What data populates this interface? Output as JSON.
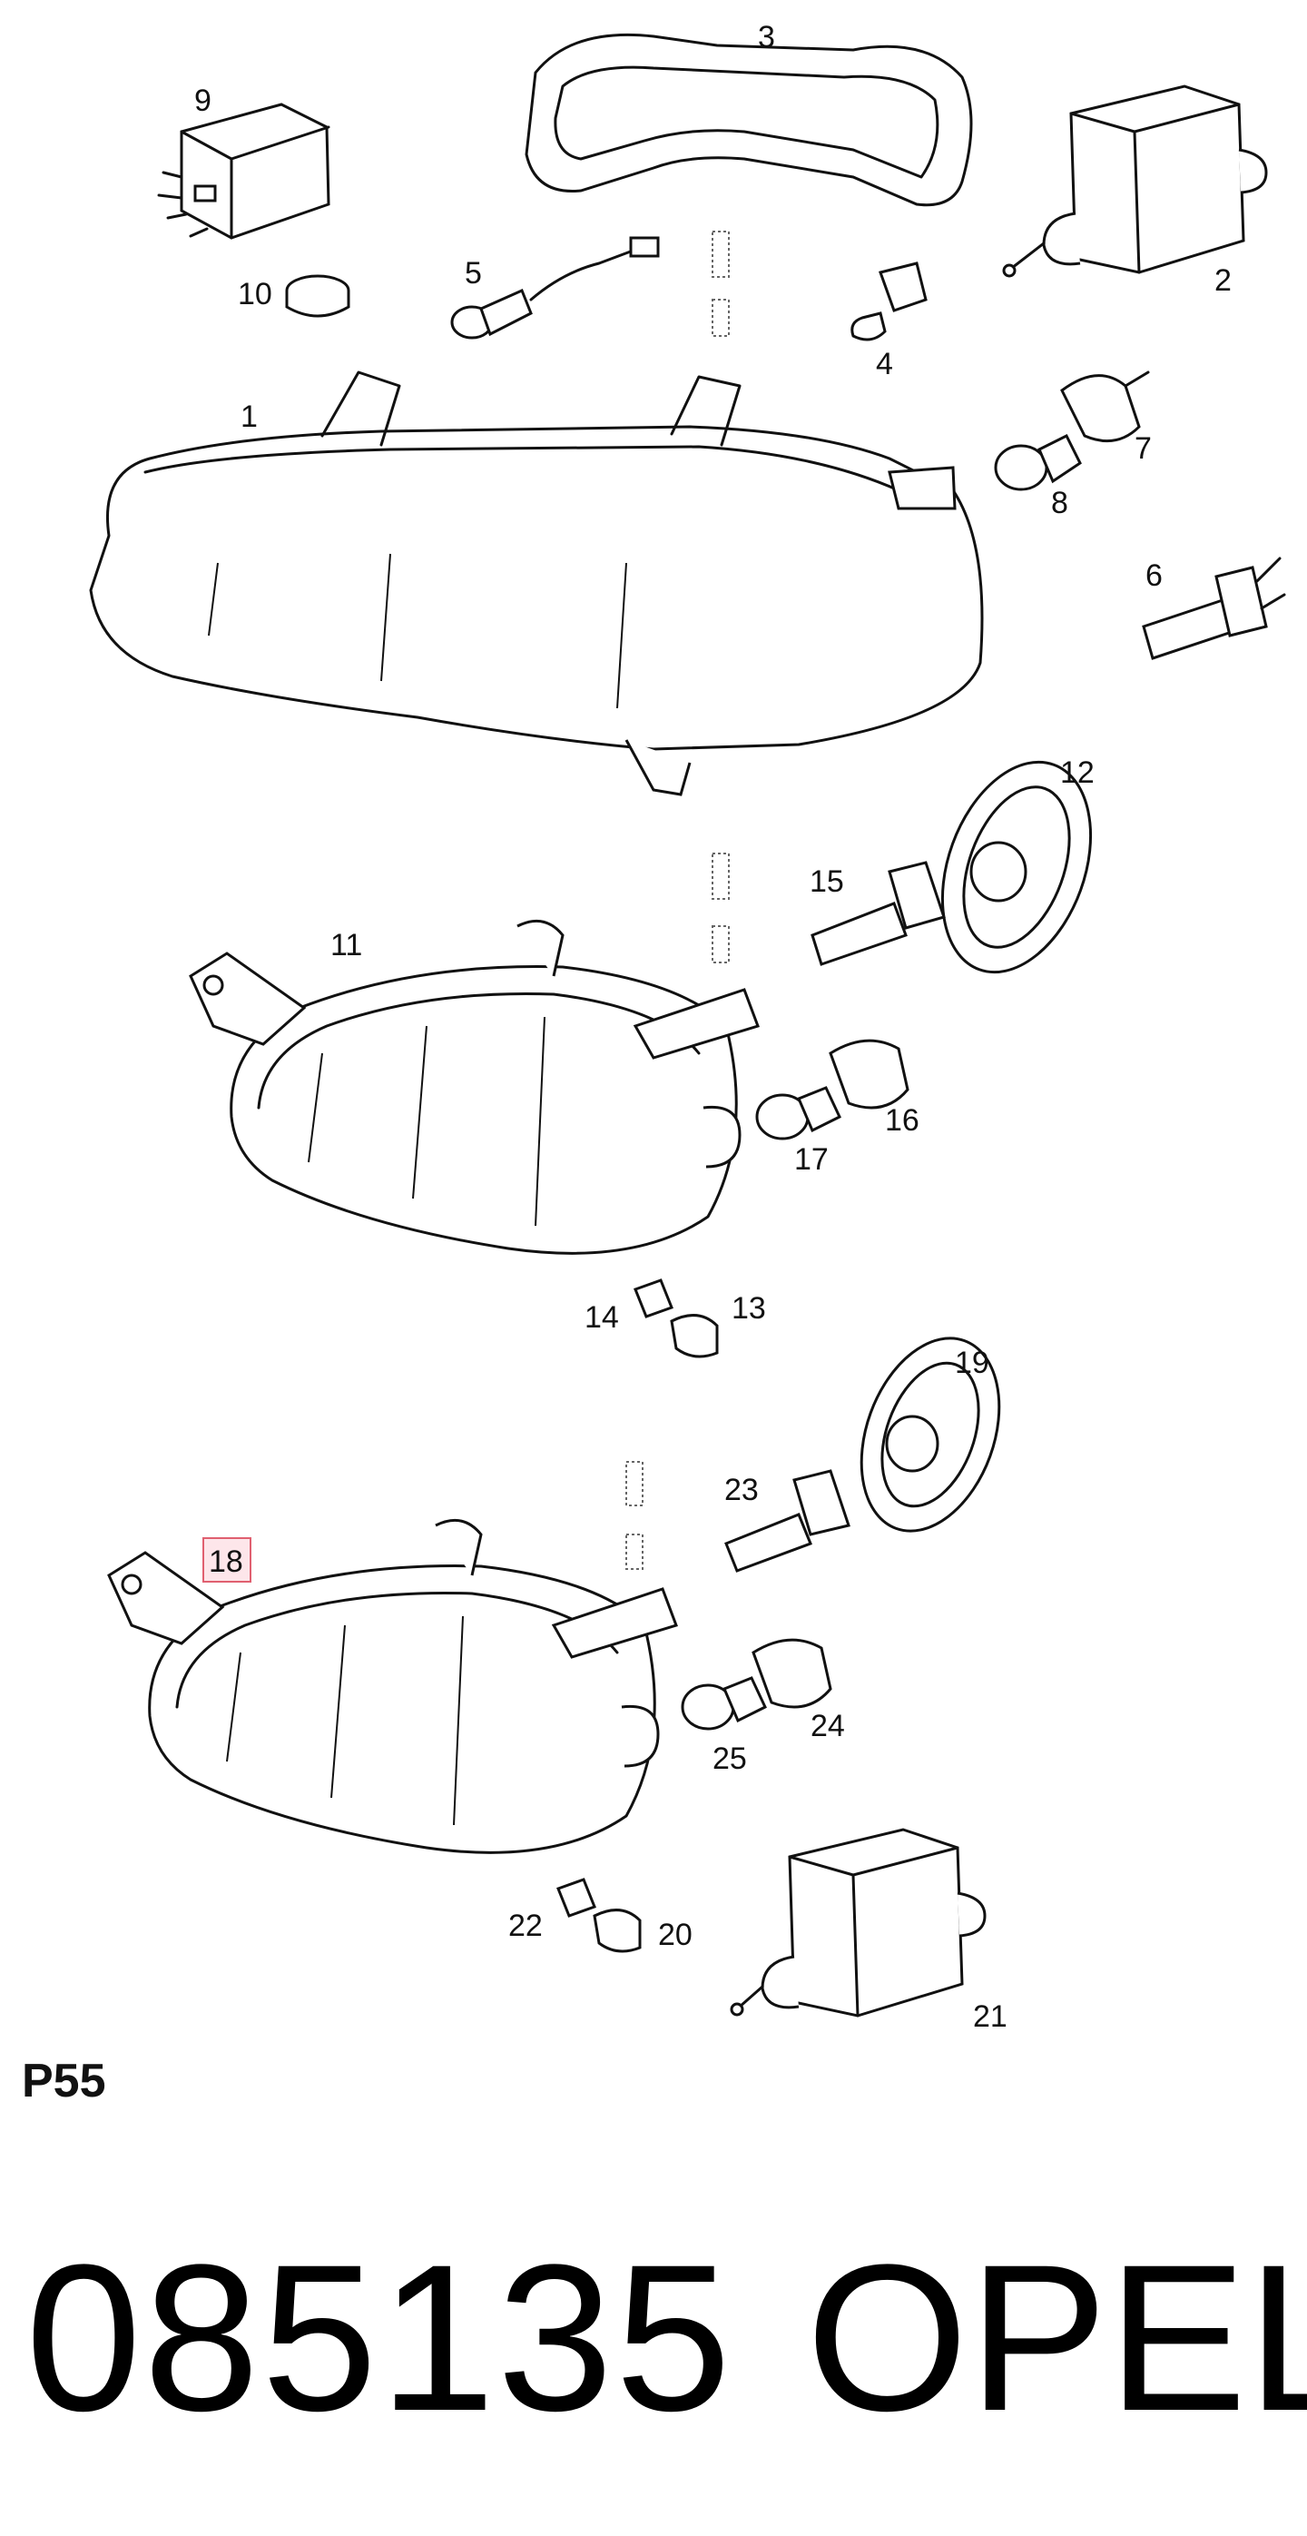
{
  "diagram": {
    "callouts": [
      {
        "id": "1",
        "label": "1"
      },
      {
        "id": "2",
        "label": "2"
      },
      {
        "id": "3",
        "label": "3"
      },
      {
        "id": "4",
        "label": "4"
      },
      {
        "id": "5",
        "label": "5"
      },
      {
        "id": "6",
        "label": "6"
      },
      {
        "id": "7",
        "label": "7"
      },
      {
        "id": "8",
        "label": "8"
      },
      {
        "id": "9",
        "label": "9"
      },
      {
        "id": "10",
        "label": "10"
      },
      {
        "id": "11",
        "label": "11"
      },
      {
        "id": "12",
        "label": "12"
      },
      {
        "id": "13",
        "label": "13"
      },
      {
        "id": "14",
        "label": "14"
      },
      {
        "id": "15",
        "label": "15"
      },
      {
        "id": "16",
        "label": "16"
      },
      {
        "id": "17",
        "label": "17"
      },
      {
        "id": "18",
        "label": "18",
        "highlighted": true
      },
      {
        "id": "19",
        "label": "19"
      },
      {
        "id": "20",
        "label": "20"
      },
      {
        "id": "21",
        "label": "21"
      },
      {
        "id": "22",
        "label": "22"
      },
      {
        "id": "23",
        "label": "23"
      },
      {
        "id": "24",
        "label": "24"
      },
      {
        "id": "25",
        "label": "25"
      }
    ],
    "highlight_color": "#e06070"
  },
  "footer": {
    "page_code": "P55",
    "catalog_number": "085135",
    "brand": "OPEL"
  }
}
